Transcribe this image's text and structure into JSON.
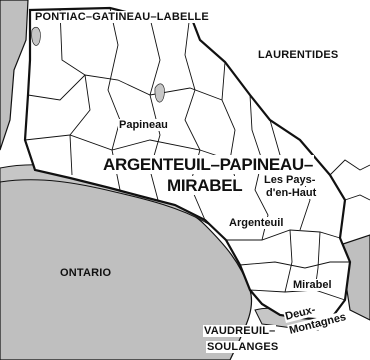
{
  "map": {
    "colors": {
      "background": "#ffffff",
      "outside_region": "#bfbfbf",
      "water": "#c6c6c6",
      "borders": "#111111",
      "text": "#111111"
    },
    "labels": {
      "riding": "ARGENTEUIL–PAPINEAU–",
      "riding_line2": "MIRABEL",
      "neighbour_northwest": "PONTIAC–GATINEAU–LABELLE",
      "neighbour_northeast": "LAURENTIDES",
      "neighbour_south": "VAUDREUIL–",
      "neighbour_south_line2": "SOULANGES",
      "province": "ONTARIO",
      "mrc_papineau": "Papineau",
      "mrc_pays_haut": "Les Pays-",
      "mrc_pays_haut_line2": "d'en-Haut",
      "mrc_argenteuil": "Argenteuil",
      "mrc_mirabel": "Mirabel",
      "mrc_deux_montagnes": "Deux-",
      "mrc_deux_montagnes_line2": "Montagnes"
    }
  }
}
